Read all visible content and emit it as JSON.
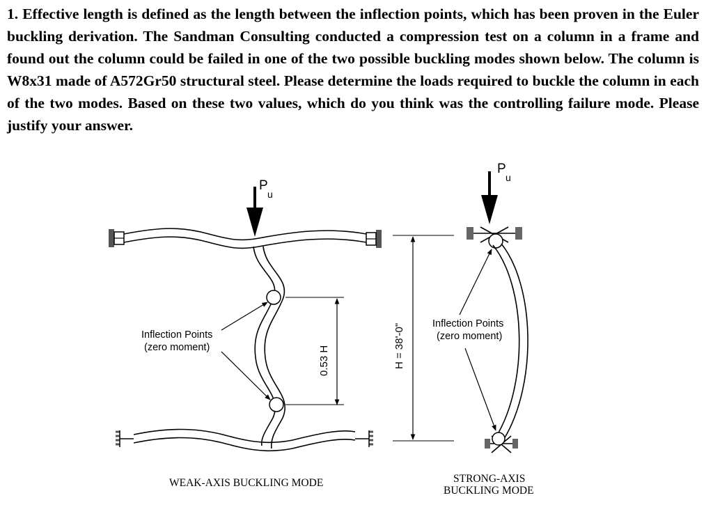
{
  "problem": {
    "text": "1. Effective length is defined as the length between the inflection points, which has been proven in the Euler buckling derivation. The Sandman Consulting conducted a compression test on a column in a frame and found out the column could be failed in one of the two possible buckling modes shown below. The column is W8x31 made of A572Gr50 structural steel. Please determine the loads required to buckle the column in each of the two modes. Based on these two values, which do you think was the controlling failure mode. Please justify your answer."
  },
  "diagram": {
    "load_symbol": "P",
    "load_subscript": "u",
    "inflection_label_line1": "Inflection Points",
    "inflection_label_line2": "(zero moment)",
    "dim_weak": "0.53 H",
    "dim_height": "H = 38'-0\"",
    "weak_caption": "WEAK-AXIS BUCKLING MODE",
    "strong_caption_line1": "STRONG-AXIS",
    "strong_caption_line2": "BUCKLING MODE"
  }
}
